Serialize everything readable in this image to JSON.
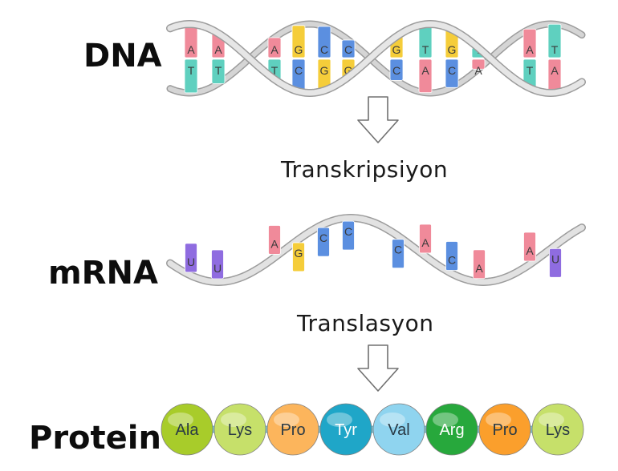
{
  "labels": {
    "dna": "DNA",
    "mrna": "mRNA",
    "protein": "Protein",
    "transcription": "Transkripsiyon",
    "translation": "Translasyon"
  },
  "colors": {
    "A": "#f08a9a",
    "T": "#5fd0bf",
    "G": "#f5cd3a",
    "C": "#5b8fe0",
    "U": "#8f6ce0",
    "backbone": "#d5d5d5",
    "backbone_dark": "#9c9c9c"
  },
  "dna": {
    "top": [
      "A",
      "A",
      "A",
      "G",
      "C",
      "C",
      "G",
      "T",
      "G",
      "T",
      "A",
      "T"
    ],
    "bottom": [
      "T",
      "T",
      "T",
      "C",
      "G",
      "G",
      "C",
      "A",
      "C",
      "A",
      "T",
      "A"
    ]
  },
  "mrna": {
    "bases": [
      "U",
      "U",
      "A",
      "G",
      "C",
      "C",
      "C",
      "A",
      "C",
      "A",
      "A",
      "U"
    ]
  },
  "protein": [
    {
      "name": "Ala",
      "color": "#a8cc2a"
    },
    {
      "name": "Lys",
      "color": "#c6e06a"
    },
    {
      "name": "Pro",
      "color": "#fcb55c"
    },
    {
      "name": "Tyr",
      "color": "#1fa6c8"
    },
    {
      "name": "Val",
      "color": "#8fd4ef"
    },
    {
      "name": "Arg",
      "color": "#27a83c"
    },
    {
      "name": "Pro",
      "color": "#fb9f2c"
    },
    {
      "name": "Lys",
      "color": "#c6e06a"
    }
  ]
}
